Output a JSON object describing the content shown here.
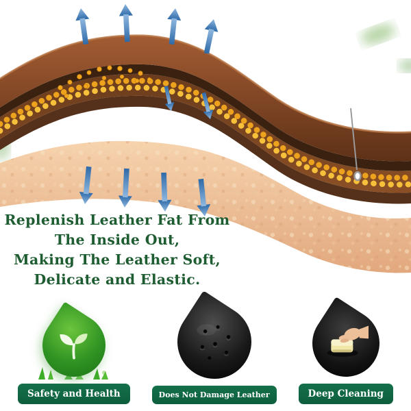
{
  "headline": {
    "line1": "Replenish Leather Fat From",
    "line2": "The Inside Out,",
    "line3": "Making The Leather Soft,",
    "line4": "Delicate and Elastic."
  },
  "features": [
    {
      "icon": "sprout-droplet-icon",
      "label": "Safety and Health"
    },
    {
      "icon": "leather-droplet-icon",
      "label": "Does Not Damage Leather"
    },
    {
      "icon": "hand-sponge-droplet-icon",
      "label": "Deep Cleaning"
    }
  ],
  "diagram": {
    "name": "leather-cross-section",
    "icons": [
      "up-arrow-icon",
      "down-arrow-icon",
      "oil-bead-icon",
      "needle-icon",
      "leaf-icon"
    ],
    "layers": [
      "leather-top-layer",
      "dark-seam-layer",
      "oil-bead-layer",
      "inner-leather-layer",
      "foam-base-layer"
    ]
  },
  "colors": {
    "headline_text": "#1e5c31",
    "label_background": "#10684a",
    "label_text": "#ffffff",
    "arrow_blue": "#2e6aa8",
    "bead_gold": "#eda21d",
    "leather_brown": "#8a4f25",
    "foam_peach": "#edbd92",
    "droplet_green": "#2f9e23"
  }
}
